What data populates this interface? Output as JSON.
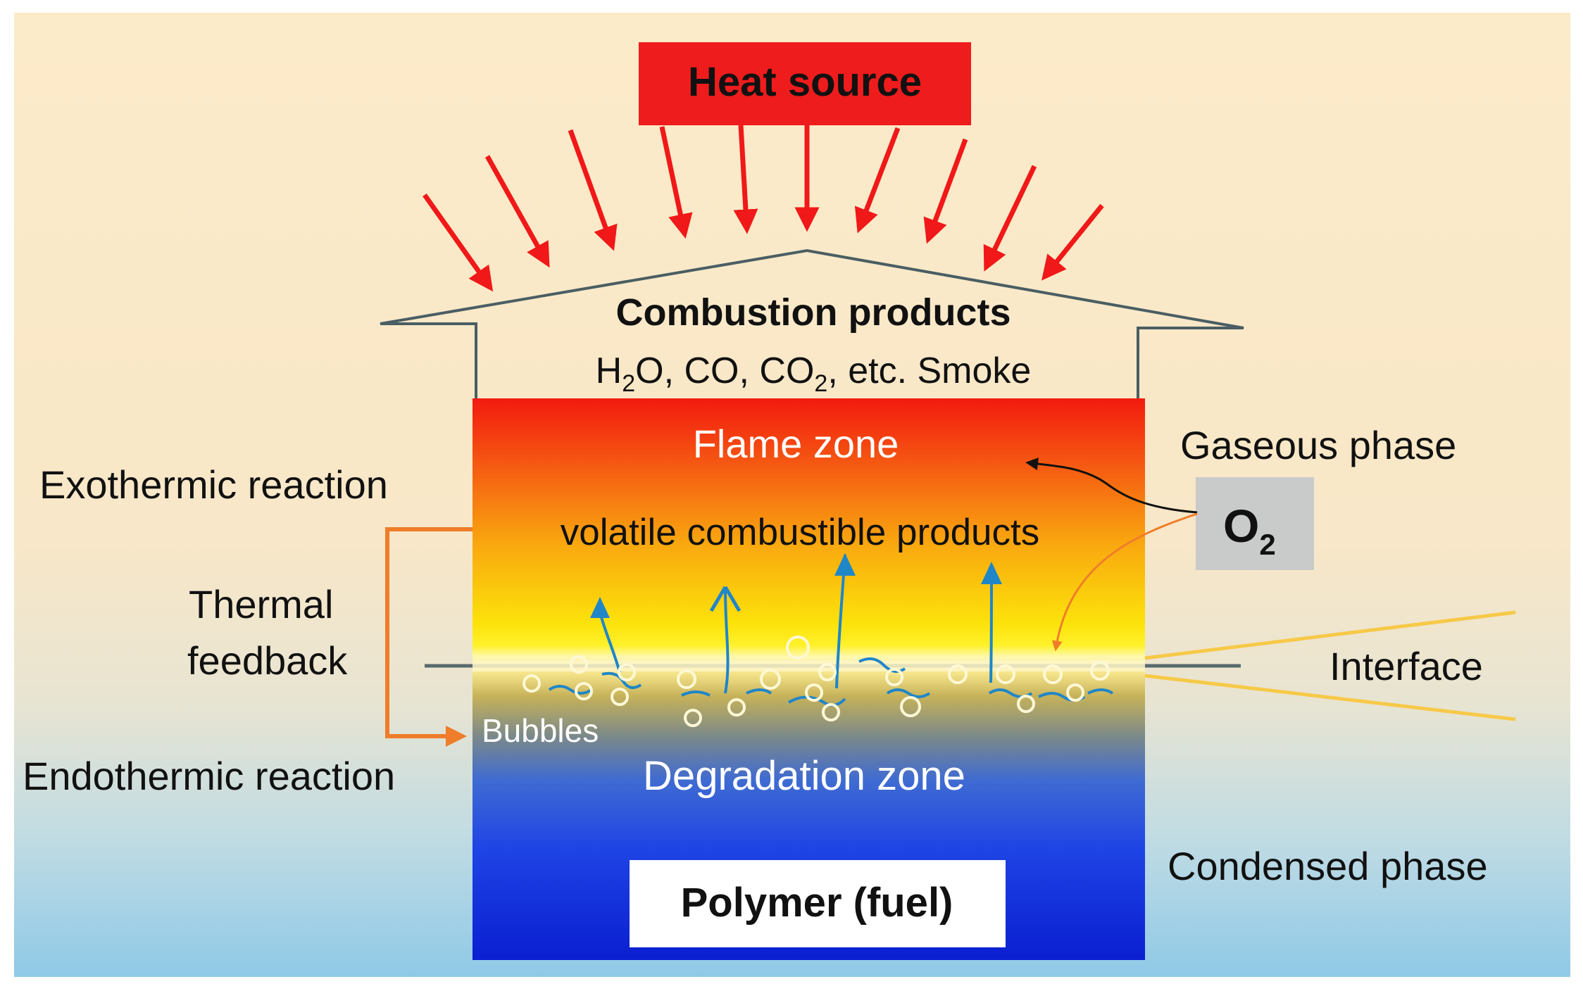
{
  "heat_source": "Heat source",
  "combustion": {
    "title": "Combustion products",
    "formula": {
      "h": "H",
      "sub2a": "2",
      "o_co_co": "O, CO, CO",
      "sub2b": "2",
      "rest": ", etc. Smoke"
    }
  },
  "zones": {
    "flame": "Flame zone",
    "volatile": "volatile combustible products",
    "bubbles": "Bubbles",
    "degradation": "Degradation zone",
    "polymer": "Polymer (fuel)"
  },
  "left_labels": {
    "exothermic": "Exothermic reaction",
    "thermal": "Thermal",
    "feedback": "feedback",
    "endothermic": "Endothermic reaction"
  },
  "right_labels": {
    "gaseous": "Gaseous phase",
    "o2_main": "O",
    "o2_sub": "2",
    "interface": "Interface",
    "condensed": "Condensed phase"
  },
  "colors": {
    "heat_red": "#f01818",
    "heat_box": "#ee1c1c",
    "feedback_orange": "#ef7d2a",
    "bubble_white": "#fff8d6",
    "volatile_blue": "#1f86c8",
    "interface_yellow": "#f7c948"
  }
}
